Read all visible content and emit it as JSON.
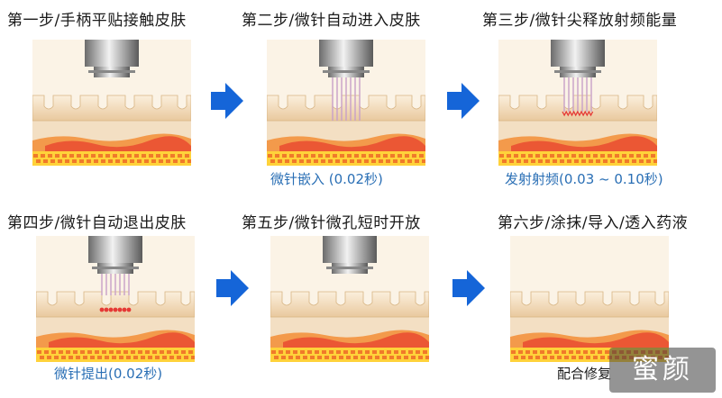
{
  "steps": [
    {
      "title": "第一步/手柄平贴接触皮肤",
      "caption": ""
    },
    {
      "title": "第二步/微针自动进入皮肤",
      "caption": "微针嵌入 (0.02秒)"
    },
    {
      "title": "第三步/微针尖释放射频能量",
      "caption": "发射射频(0.03 ~ 0.10秒)"
    },
    {
      "title": "第四步/微针自动退出皮肤",
      "caption": "微针提出(0.02秒)"
    },
    {
      "title": "第五步/微针微孔短时开放",
      "caption": ""
    },
    {
      "title": "第六步/涂抹/导入/透入药液",
      "caption": "配合修复"
    }
  ],
  "watermark": "蜜颜",
  "colors": {
    "arrow": "#1565d8",
    "caption_blue": "#2a6fb5",
    "skin_top": "#f3dfc3",
    "skin_deep": "#e9c99e",
    "fat_orange": "#f39a4b",
    "fat_red": "#e8402c",
    "rf_red": "#e53935"
  },
  "icons": [
    "handpiece-icon",
    "microneedle-icon",
    "rf-spark-icon",
    "right-arrow-icon"
  ]
}
